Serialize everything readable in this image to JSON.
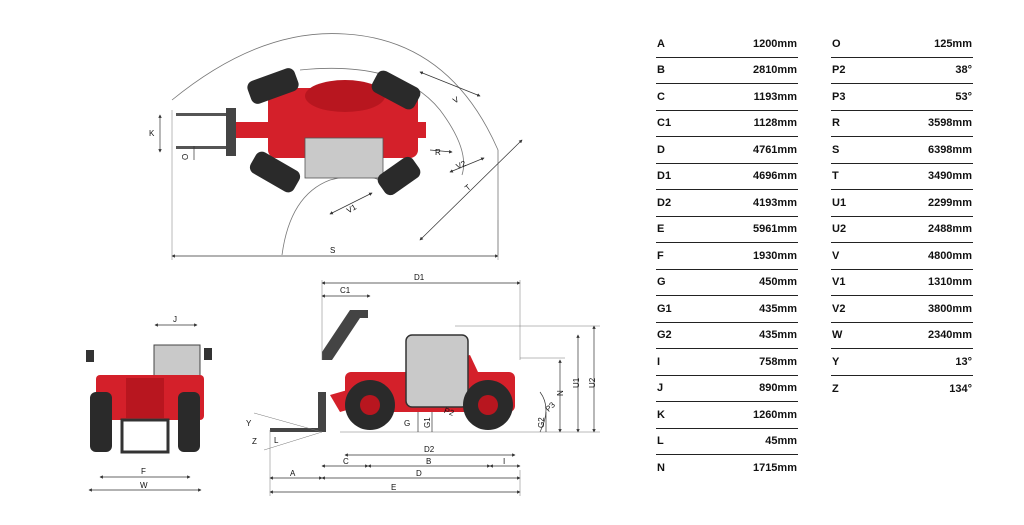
{
  "labels": {
    "S": "S",
    "K": "K",
    "O": "O",
    "R": "R",
    "V": "V",
    "V1": "V1",
    "V2": "V2",
    "T": "T",
    "J": "J",
    "F": "F",
    "W": "W",
    "C1": "C1",
    "D1": "D1",
    "D2": "D2",
    "A": "A",
    "C": "C",
    "B": "B",
    "I": "I",
    "E": "E",
    "D": "D",
    "Y": "Y",
    "Z": "Z",
    "L": "L",
    "G": "G",
    "G1": "G1",
    "G2": "G2",
    "P2": "P2",
    "P3": "P3",
    "N": "N",
    "U1": "U1",
    "U2": "U2"
  },
  "colors": {
    "body": "#d4202a",
    "tire": "#2a2a2a",
    "line": "#333333",
    "cab": "#c9c9c9"
  },
  "table_left": [
    {
      "label": "A",
      "value": "1200mm"
    },
    {
      "label": "B",
      "value": "2810mm"
    },
    {
      "label": "C",
      "value": "1193mm"
    },
    {
      "label": "C1",
      "value": "1128mm"
    },
    {
      "label": "D",
      "value": "4761mm"
    },
    {
      "label": "D1",
      "value": "4696mm"
    },
    {
      "label": "D2",
      "value": "4193mm"
    },
    {
      "label": "E",
      "value": "5961mm"
    },
    {
      "label": "F",
      "value": "1930mm"
    },
    {
      "label": "G",
      "value": "450mm"
    },
    {
      "label": "G1",
      "value": "435mm"
    },
    {
      "label": "G2",
      "value": "435mm"
    },
    {
      "label": "I",
      "value": "758mm"
    },
    {
      "label": "J",
      "value": "890mm"
    },
    {
      "label": "K",
      "value": "1260mm"
    },
    {
      "label": "L",
      "value": "45mm"
    },
    {
      "label": "N",
      "value": "1715mm"
    }
  ],
  "table_right": [
    {
      "label": "O",
      "value": "125mm"
    },
    {
      "label": "P2",
      "value": "38°"
    },
    {
      "label": "P3",
      "value": "53°"
    },
    {
      "label": "R",
      "value": "3598mm"
    },
    {
      "label": "S",
      "value": "6398mm"
    },
    {
      "label": "T",
      "value": "3490mm"
    },
    {
      "label": "U1",
      "value": "2299mm"
    },
    {
      "label": "U2",
      "value": "2488mm"
    },
    {
      "label": "V",
      "value": "4800mm"
    },
    {
      "label": "V1",
      "value": "1310mm"
    },
    {
      "label": "V2",
      "value": "3800mm"
    },
    {
      "label": "W",
      "value": "2340mm"
    },
    {
      "label": "Y",
      "value": "13°"
    },
    {
      "label": "Z",
      "value": "134°"
    }
  ]
}
